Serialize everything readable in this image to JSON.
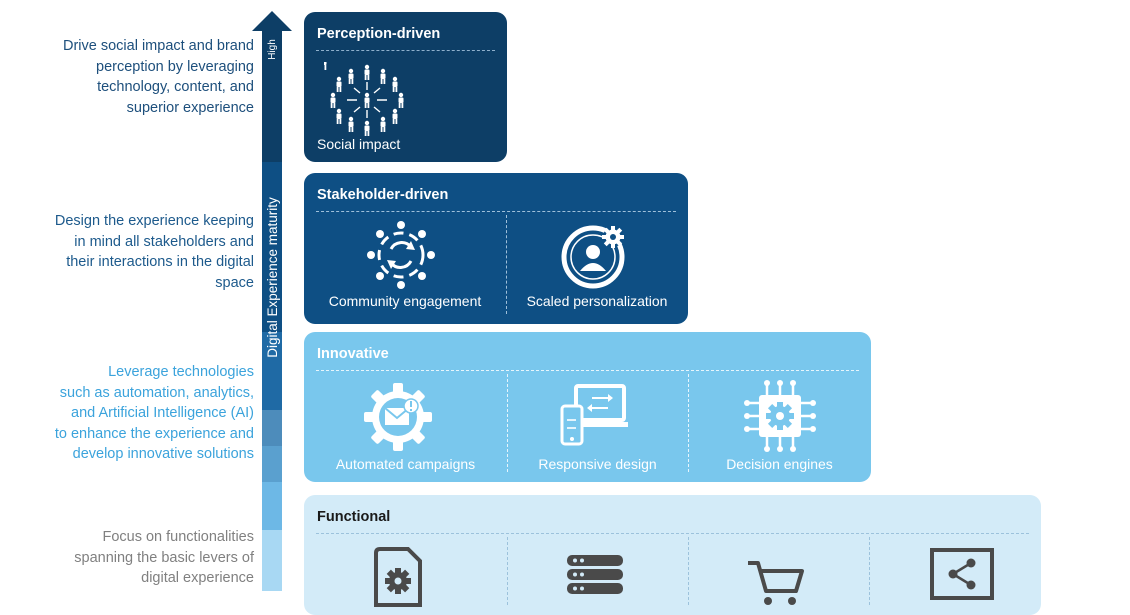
{
  "axis": {
    "label": "Digital Experience maturity",
    "high_label": "High",
    "segment_colors": [
      "#0d3e66",
      "#0e4f84",
      "#1f6aa5",
      "#4d8cbb",
      "#5aa0cf",
      "#6db8e6",
      "#a8d8f3"
    ]
  },
  "descriptions": [
    "Drive social impact and brand\nperception by leveraging\ntechnology, content, and\nsuperior experience",
    "Design the experience keeping\nin mind all stakeholders and\ntheir interactions in the digital\nspace",
    "Leverage technologies\nsuch as automation, analytics,\nand Artificial Intelligence (AI)\nto enhance the experience and\ndevelop innovative solutions",
    "Focus on functionalities\nspanning the basic levers of\ndigital experience"
  ],
  "tiers": [
    {
      "title": "Perception-driven",
      "color": "#0d3e66",
      "cells": [
        {
          "label": "Social impact",
          "icon": "people-network-icon"
        }
      ]
    },
    {
      "title": "Stakeholder-driven",
      "color": "#0e4f84",
      "cells": [
        {
          "label": "Community engagement",
          "icon": "community-cycle-icon"
        },
        {
          "label": "Scaled personalization",
          "icon": "user-gear-icon"
        }
      ]
    },
    {
      "title": "Innovative",
      "color": "#79c7ed",
      "cells": [
        {
          "label": "Automated campaigns",
          "icon": "email-gear-icon"
        },
        {
          "label": "Responsive design",
          "icon": "devices-sync-icon"
        },
        {
          "label": "Decision engines",
          "icon": "chip-gear-icon"
        }
      ]
    },
    {
      "title": "Functional",
      "color": "#d3ebf8",
      "cells": [
        {
          "label": "",
          "icon": "document-gear-icon"
        },
        {
          "label": "",
          "icon": "server-stack-icon"
        },
        {
          "label": "",
          "icon": "shopping-cart-icon"
        },
        {
          "label": "",
          "icon": "share-screen-icon"
        }
      ]
    }
  ]
}
